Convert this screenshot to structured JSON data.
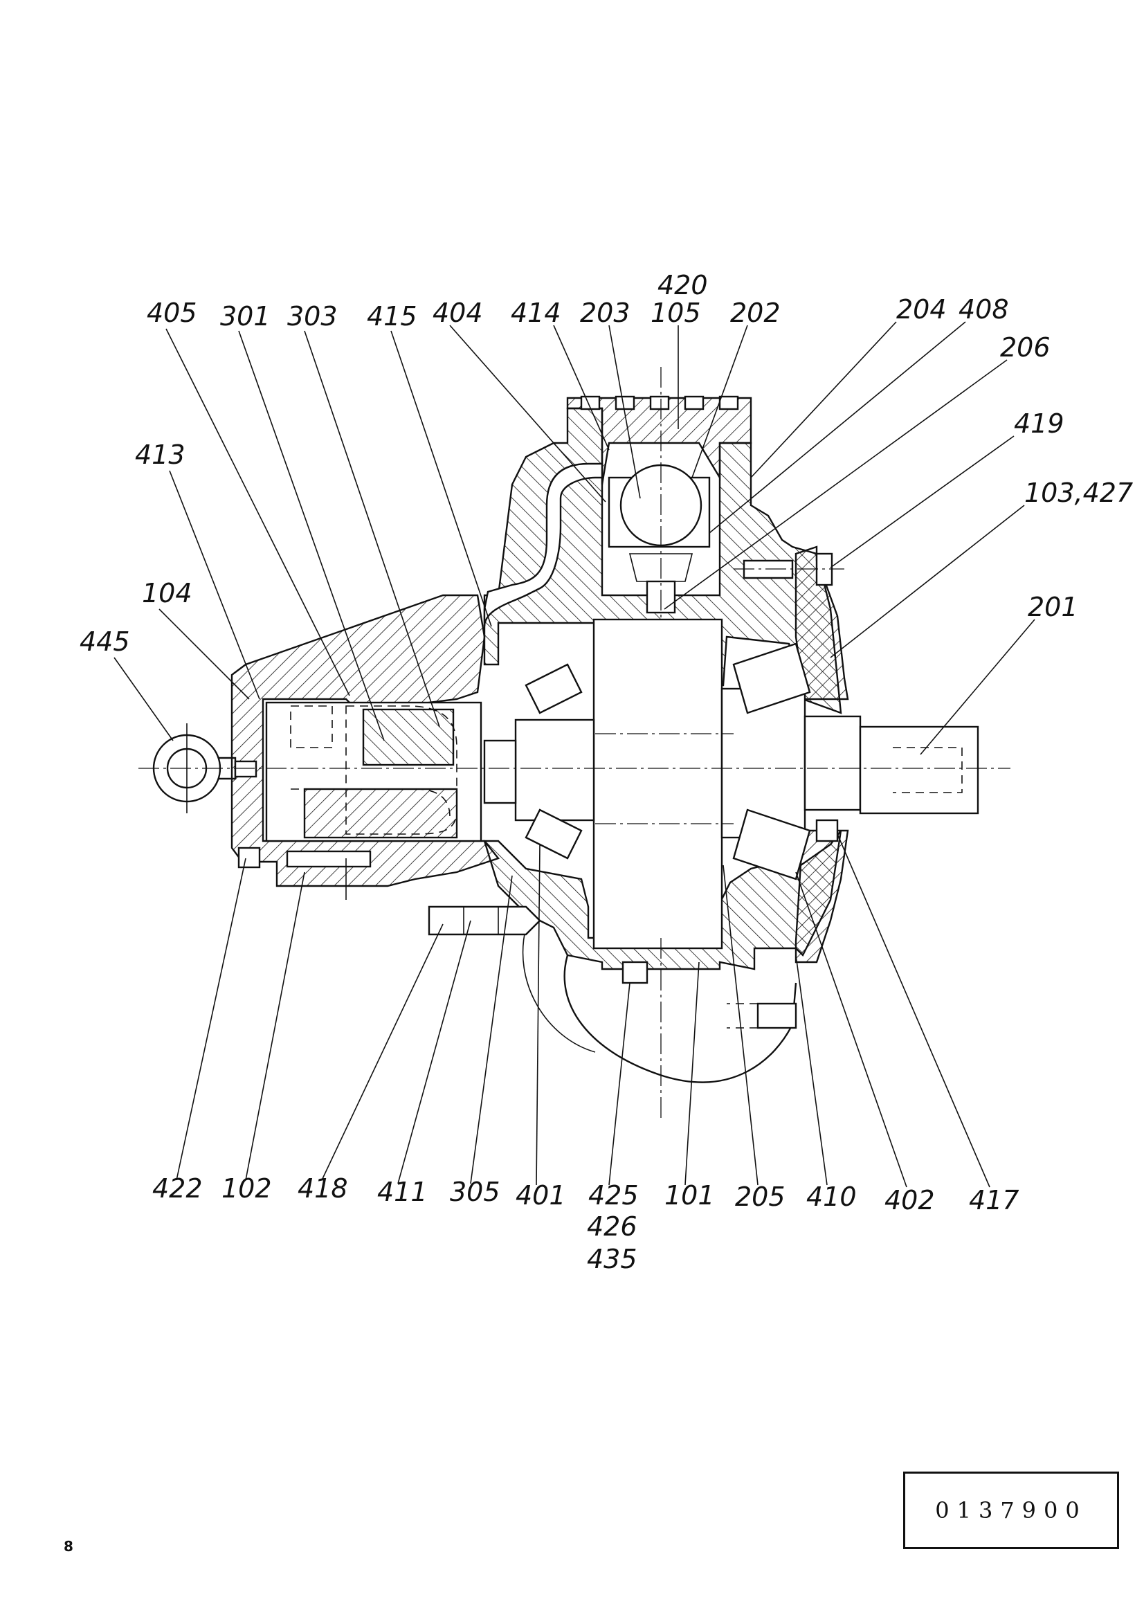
{
  "labels": {
    "l405": "405",
    "l301": "301",
    "l303": "303",
    "l415": "415",
    "l404": "404",
    "l414": "414",
    "l203": "203",
    "l420": "420",
    "l105": "105",
    "l202": "202",
    "l204": "204",
    "l408": "408",
    "l206": "206",
    "l419": "419",
    "l103_427": "103,427",
    "l201": "201",
    "l413": "413",
    "l104": "104",
    "l445": "445",
    "l422": "422",
    "l102": "102",
    "l418": "418",
    "l411": "411",
    "l305": "305",
    "l401": "401",
    "l425": "425",
    "l426": "426",
    "l435": "435",
    "l101": "101",
    "l205": "205",
    "l410": "410",
    "l402": "402",
    "l417": "417"
  },
  "doc_number": "0137900",
  "page_number": "8"
}
